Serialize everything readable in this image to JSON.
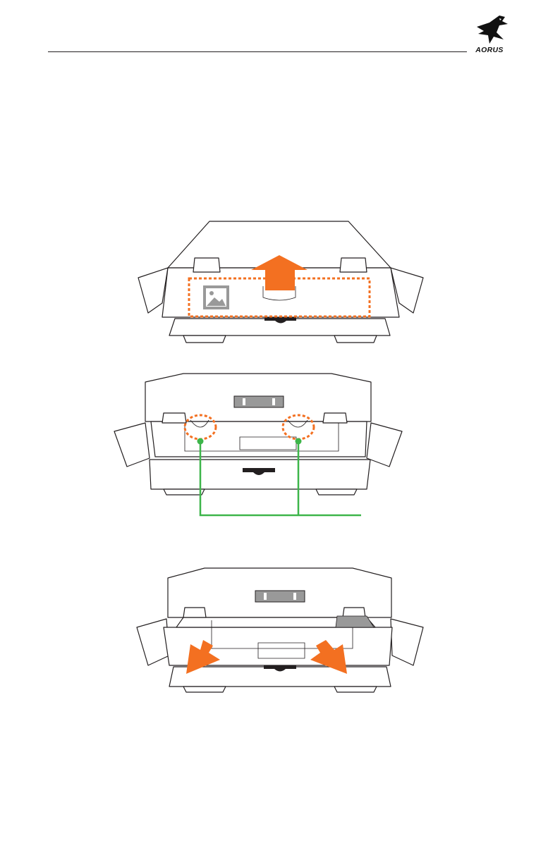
{
  "brand": {
    "logo_text": "AORUS",
    "logo_icon": "aorus-eagle-icon"
  },
  "colors": {
    "accent_orange": "#f37021",
    "callout_green": "#3db54a",
    "line": "#231f20",
    "flap_fill": "#ffffff",
    "handle_fill": "#999999"
  },
  "illustrations": [
    {
      "name": "step-open-box-lid",
      "icons": [
        "up-arrow-icon",
        "picture-icon"
      ]
    },
    {
      "name": "step-hold-handles",
      "icons": [
        "handle-highlight-icon"
      ]
    },
    {
      "name": "step-remove-monitor",
      "icons": [
        "pull-arrow-icon"
      ]
    }
  ]
}
